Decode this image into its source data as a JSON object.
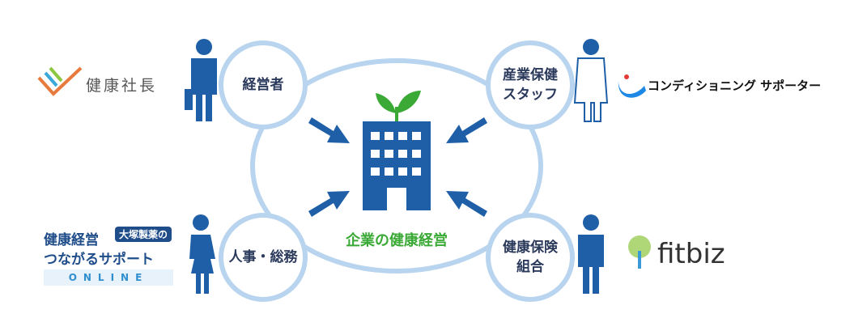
{
  "center": {
    "label": "企業の健康経営"
  },
  "roles": {
    "executive": "経営者",
    "health_staff": [
      "産業保健",
      "スタッフ"
    ],
    "hr": "人事・総務",
    "insurance": [
      "健康保険",
      "組合"
    ]
  },
  "logos": {
    "kenko_shacho": "健康社長",
    "conditioning": "コンディショニング サポーター",
    "otsuka": {
      "line1": "健康経営",
      "badge": "大塚製薬の",
      "line2": "つながるサポート",
      "online": "ONLINE"
    },
    "fitbiz": "fitbiz"
  },
  "colors": {
    "circle": "#b8d4ef",
    "figure": "#1f5fa8",
    "green": "#3aa935",
    "text": "#2b3a5c"
  }
}
